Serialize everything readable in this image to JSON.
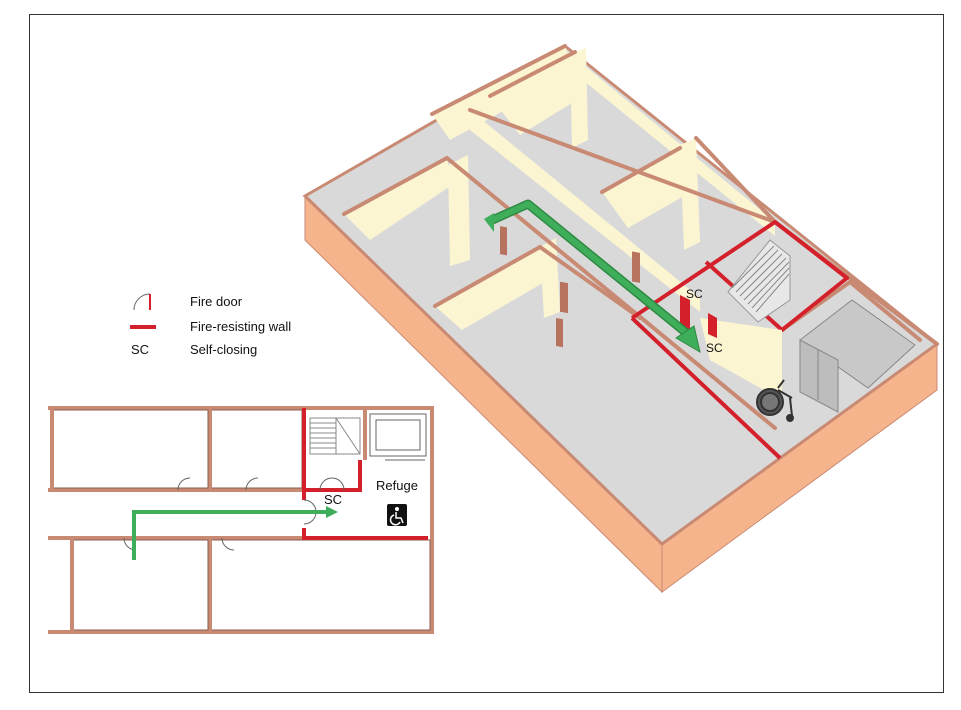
{
  "legend": {
    "fire_door": "Fire door",
    "fire_wall": "Fire-resisting wall",
    "sc_key": "SC",
    "sc_text": "Self-closing"
  },
  "iso": {
    "sc_label_upper": "SC",
    "sc_label_lower": "SC"
  },
  "plan": {
    "sc_label": "SC",
    "refuge_label": "Refuge"
  },
  "icons": {
    "fire_door": "fire-door-icon",
    "wheelchair": "wheelchair-icon",
    "accessible": "accessible-symbol-icon",
    "arrow": "escape-route-arrow-icon"
  },
  "colors": {
    "fire_wall": "#d4202b",
    "escape_route": "#3fae5a",
    "wall_brick": "#c98a74",
    "building_side": "#f6b48c",
    "floor": "#d9d9d9",
    "wall_cream": "#fbf5d2",
    "door": "#b8735f",
    "frame": "#333333"
  }
}
